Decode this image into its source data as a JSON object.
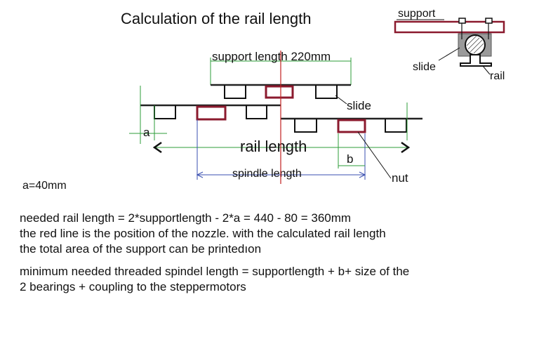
{
  "title": "Calculation of the rail length",
  "labels": {
    "support_length": "support length 220mm",
    "slide": "slide",
    "rail_length": "rail length",
    "a": "a",
    "b": "b",
    "spindle_length": "spindle length",
    "nut": "nut",
    "a_value": "a=40mm"
  },
  "inset": {
    "support": "support",
    "slide": "slide",
    "rail": "rail"
  },
  "notes": [
    "needed rail length = 2*supportlength - 2*a = 440 - 80 = 360mm",
    "the red line is the position of the nozzle. with the calculated rail length",
    "the total area of the support can be printedıon",
    "minimum needed threaded spindel length = supportlength + b+ size of the",
    "2 bearings + coupling to the steppermotors"
  ],
  "colors": {
    "support_bar": "#8b1a2e",
    "nut_box": "#8b1a2e",
    "dimension_green": "#2e9e3a",
    "dimension_blue": "#3a4fb0",
    "nozzle_line": "#c02020",
    "rail": "#222222",
    "slide_gray": "#9a9a9a"
  }
}
